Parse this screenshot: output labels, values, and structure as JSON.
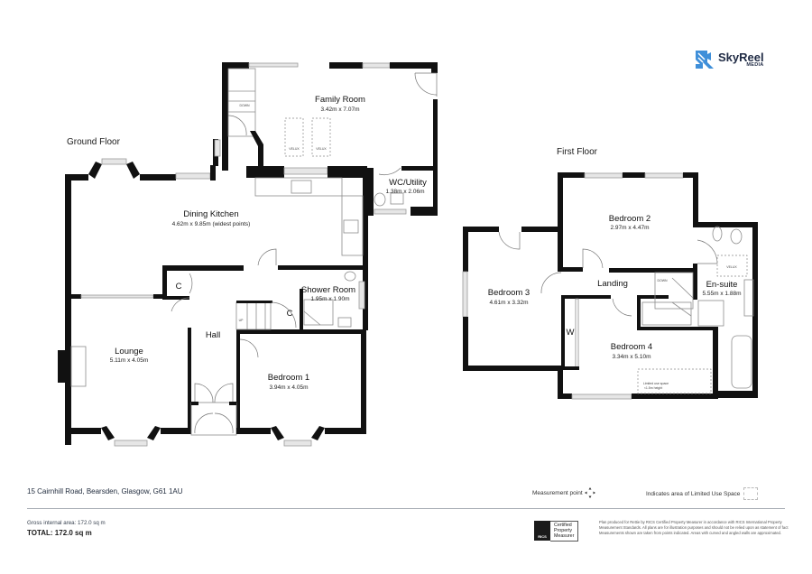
{
  "brand": {
    "name": "SkyReel",
    "sub": "MEDIA",
    "icon": "skyreel-logo-icon",
    "color": "#3f8fd9"
  },
  "floors": {
    "ground": {
      "label": "Ground Floor",
      "rooms": [
        {
          "id": "family-room",
          "name": "Family Room",
          "dims": "3.42m x 7.07m"
        },
        {
          "id": "wc-utility",
          "name": "WC/Utility",
          "dims": "1.38m x 2.06m"
        },
        {
          "id": "dining-kitchen",
          "name": "Dining Kitchen",
          "dims": "4.62m x 9.85m (widest points)"
        },
        {
          "id": "shower-room",
          "name": "Shower Room",
          "dims": "1.95m x 1.90m"
        },
        {
          "id": "lounge",
          "name": "Lounge",
          "dims": "5.11m x 4.05m"
        },
        {
          "id": "hall",
          "name": "Hall",
          "dims": ""
        },
        {
          "id": "bedroom-1",
          "name": "Bedroom 1",
          "dims": "3.94m x 4.05m"
        }
      ],
      "cupboards": [
        "C",
        "C"
      ],
      "stairs_down": "DOWN",
      "stairs_up": "UP",
      "velux": [
        "VELUX",
        "VELUX"
      ]
    },
    "first": {
      "label": "First Floor",
      "rooms": [
        {
          "id": "bedroom-2",
          "name": "Bedroom 2",
          "dims": "2.97m x 4.47m"
        },
        {
          "id": "bedroom-3",
          "name": "Bedroom 3",
          "dims": "4.61m x 3.32m"
        },
        {
          "id": "landing",
          "name": "Landing",
          "dims": ""
        },
        {
          "id": "en-suite",
          "name": "En-suite",
          "dims": "5.55m x 1.88m"
        },
        {
          "id": "bedroom-4",
          "name": "Bedroom 4",
          "dims": "3.34m x 5.10m"
        }
      ],
      "wardrobe": "W",
      "stairs_down": "DOWN",
      "velux": "VELUX",
      "limited_space_note_1": "Limited use space",
      "limited_space_note_2": "<1.5m height"
    }
  },
  "footer": {
    "address": "15 Cairnhill Road, Bearsden, Glasgow, G61 1AU",
    "gross_internal_area": "Gross internal area: 172.0 sq m",
    "total": "TOTAL: 172.0 sq m",
    "legend": {
      "measurement_point": "Measurement point",
      "limited_use": "Indicates area of  Limited Use Space"
    },
    "rics": {
      "badge": "RICS",
      "line1": "Certified",
      "line2": "Property",
      "line3": "Measurer"
    },
    "disclaimer": "Plan produced for Rettie by RICS Certified Property Measurer in accordance with RICS International Property Measurement Standards.  All plans are for illustration purposes and should not be relied upon as statement of fact Measurements shown are taken from points indicated. Areas with curved and angled walls are approximated."
  }
}
